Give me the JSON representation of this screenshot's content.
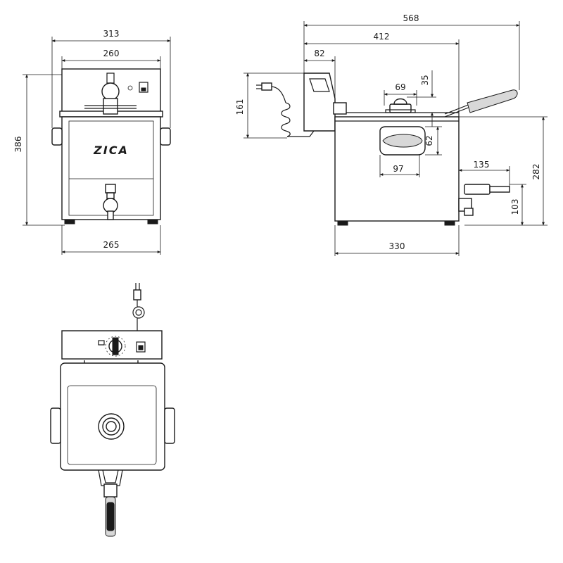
{
  "brand": "ZICA",
  "dimensions": {
    "front_top_width": "313",
    "front_panel_width": "260",
    "front_height": "386",
    "front_base_width": "265",
    "side_total_length": "568",
    "side_length": "412",
    "side_handle_offset": "82",
    "side_knob_width": "69",
    "side_knob_height": "35",
    "side_left_height": "161",
    "side_window_height": "62",
    "side_window_width": "97",
    "side_tap_length": "135",
    "side_body_height": "282",
    "side_tap_height": "103",
    "side_body_width": "330"
  },
  "colors": {
    "line": "#1a1a1a",
    "fill": "#ffffff",
    "shade": "#d8d8d8"
  }
}
